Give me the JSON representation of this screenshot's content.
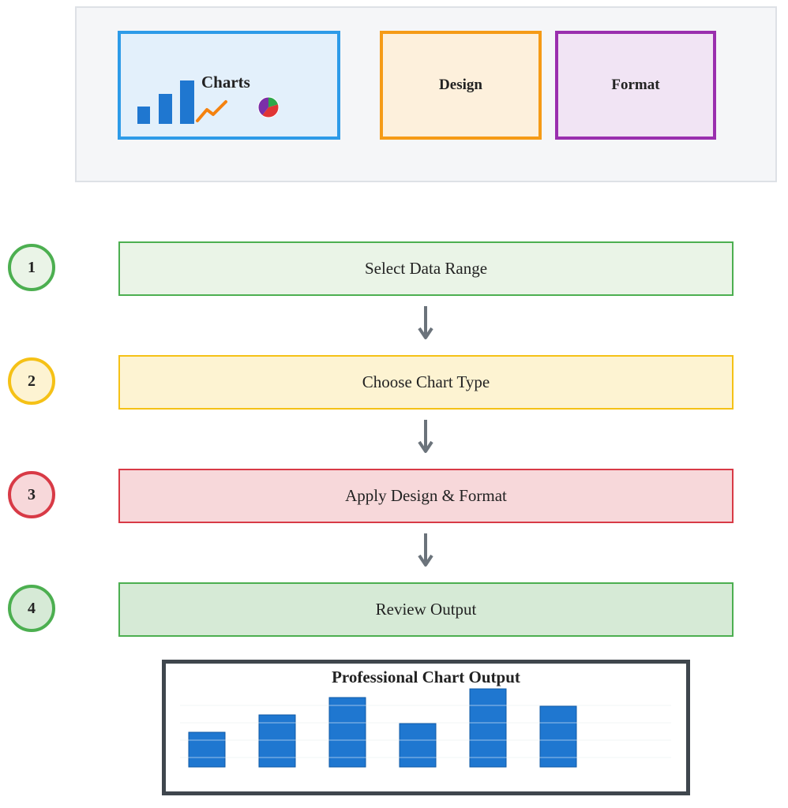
{
  "ribbon": {
    "tabs": [
      {
        "label": "Charts",
        "bg": "#e3f0fb",
        "border": "#2d9be8"
      },
      {
        "label": "Design",
        "bg": "#fdf0dc",
        "border": "#f59b16"
      },
      {
        "label": "Format",
        "bg": "#f1e4f4",
        "border": "#9a2fae"
      }
    ],
    "charts_icons": [
      "bar-chart-icon",
      "line-chart-icon",
      "pie-chart-icon"
    ]
  },
  "steps": [
    {
      "number": "1",
      "label": "Select Data Range",
      "bg": "#eaf4e7",
      "border": "#4caf50",
      "circle_bg": "#eaf4e7",
      "circle_border": "#4caf50"
    },
    {
      "number": "2",
      "label": "Choose Chart Type",
      "bg": "#fdf3d2",
      "border": "#f5c116",
      "circle_bg": "#fdf3d2",
      "circle_border": "#f5c116"
    },
    {
      "number": "3",
      "label": "Apply Design & Format",
      "bg": "#f7d8da",
      "border": "#d83a46",
      "circle_bg": "#f7d8da",
      "circle_border": "#d83a46"
    },
    {
      "number": "4",
      "label": "Review Output",
      "bg": "#d6ead6",
      "border": "#4caf50",
      "circle_bg": "#d6ead6",
      "circle_border": "#4caf50"
    }
  ],
  "arrow_color": "#6b737b",
  "output": {
    "title": "Professional Chart Output",
    "bar_color": "#1f77d0",
    "bar_values": [
      2,
      3,
      4,
      2.5,
      4.5,
      3.5
    ]
  }
}
